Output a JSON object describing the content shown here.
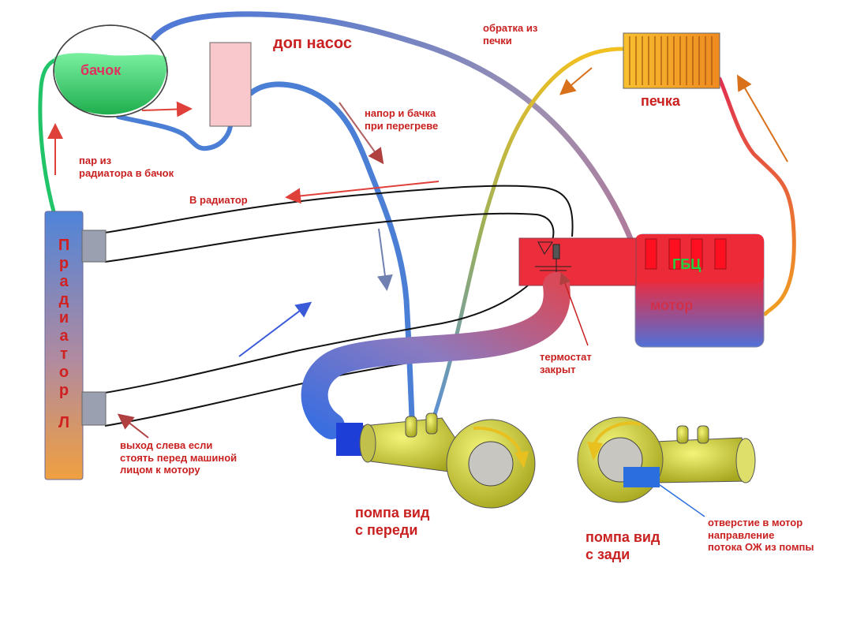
{
  "labels": {
    "tank": "бачок",
    "extra_pump": "доп насос",
    "heater_return": [
      "обратка из",
      "печки"
    ],
    "pressure_note": [
      "напор и бачка",
      "при перегреве"
    ],
    "steam_note": [
      "пар из",
      "радиатора в бачок"
    ],
    "to_radiator": "В радиатор",
    "heater": "печка",
    "head": "ГБЦ",
    "engine": "мотор",
    "thermostat": [
      "термостат",
      "закрыт"
    ],
    "outlet_note": [
      "выход слева если",
      "стоять перед машиной",
      "лицом к мотору"
    ],
    "pump_front": [
      "помпа вид",
      "с переди"
    ],
    "pump_back": [
      "помпа вид",
      "с зади"
    ],
    "engine_hole_note": [
      "отверстие в мотор",
      "направление",
      "потока ОЖ из помпы"
    ],
    "radiator_vertical": [
      "П",
      "р",
      "а",
      "д",
      "и",
      "а",
      "т",
      "о",
      "р",
      "",
      "Л"
    ]
  },
  "colors": {
    "label_red": "#c92020",
    "coolant_green": "#22c46a",
    "hose_blue": "#4b7fd6",
    "engine_red": "#e8303a",
    "engine_blue": "#4c6fd8",
    "heater_orange": "#f2a020",
    "pump_yellow": "#d6d83a"
  }
}
